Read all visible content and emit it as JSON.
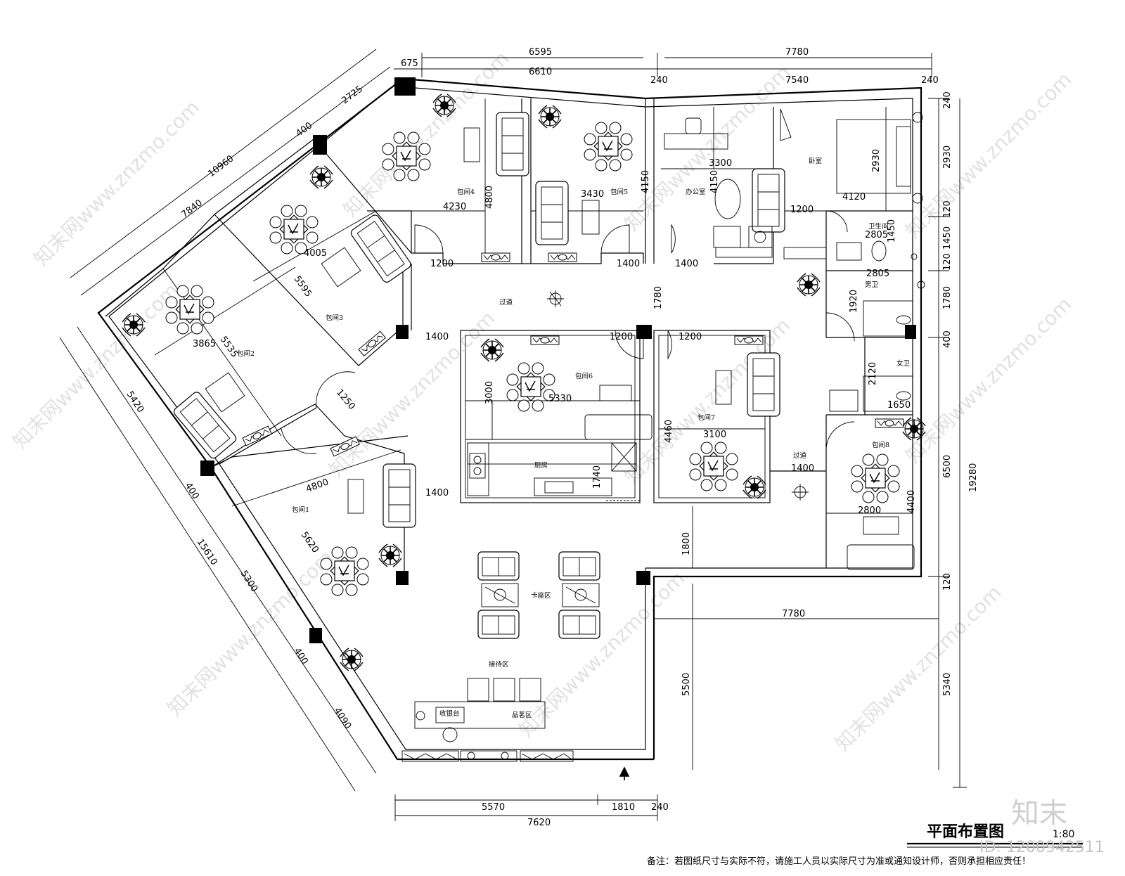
{
  "title": "平面布置图",
  "scale": "1:80",
  "note": "备注：若图纸尺寸与实际不符，请施工人员以实际尺寸为准或通知设计师，否则承担相应责任！",
  "brand": {
    "logo": "知末",
    "id_label": "ID: 1200942511",
    "watermark": "知末网www.znzmo.com"
  },
  "rooms": [
    {
      "key": "baojian4",
      "label": "包间4"
    },
    {
      "key": "baojian5",
      "label": "包间5"
    },
    {
      "key": "office",
      "label": "办公室"
    },
    {
      "key": "bedroom",
      "label": "卧室"
    },
    {
      "key": "bathroom",
      "label": "卫生间"
    },
    {
      "key": "baojian3",
      "label": "包间3"
    },
    {
      "key": "baojian2",
      "label": "包间2"
    },
    {
      "key": "guodao1",
      "label": "过道"
    },
    {
      "key": "nanwei",
      "label": "男卫"
    },
    {
      "key": "nvwei",
      "label": "女卫"
    },
    {
      "key": "baojian6",
      "label": "包间6"
    },
    {
      "key": "baojian7",
      "label": "包间7"
    },
    {
      "key": "baojian8",
      "label": "包间8"
    },
    {
      "key": "kitchen",
      "label": "厨房"
    },
    {
      "key": "guodao2",
      "label": "过道"
    },
    {
      "key": "baojian1",
      "label": "包间1"
    },
    {
      "key": "kazuo",
      "label": "卡座区"
    },
    {
      "key": "jiedai",
      "label": "接待区"
    },
    {
      "key": "shouyin",
      "label": "收银台"
    },
    {
      "key": "pinming",
      "label": "品茗区"
    }
  ],
  "dimensions": {
    "top_outer_left": "6595",
    "top_outer_right": "7780",
    "top_675": "675",
    "top_6610": "6610",
    "top_240a": "240",
    "top_7540": "7540",
    "top_240b": "240",
    "left_10960": "10960",
    "left_2725": "2725",
    "left_400a": "400",
    "left_7840": "7840",
    "left_15610": "15610",
    "left_5420": "5420",
    "left_400b": "400",
    "left_5300": "5300",
    "left_400c": "400",
    "left_4090": "4090",
    "bot_5570": "5570",
    "bot_1810": "1810",
    "bot_240": "240",
    "bot_7620": "7620",
    "right_19280": "19280",
    "right_240": "240",
    "right_2930": "2930",
    "right_120a": "120",
    "right_1450": "1450",
    "right_120b": "120",
    "right_1780": "1780",
    "right_400": "400",
    "right_6500": "6500",
    "right_120c": "120",
    "right_5340": "5340",
    "r_7780": "7780",
    "r_5500": "5500",
    "r_1800": "1800",
    "d_4800a": "4800",
    "d_4230": "4230",
    "d_3430": "3430",
    "d_4150a": "4150",
    "d_3300": "3300",
    "d_4150b": "4150",
    "d_2930": "2930",
    "d_4120": "4120",
    "d_1200a": "1200",
    "d_2805a": "2805",
    "d_1450": "1450",
    "d_2805b": "2805",
    "d_1200b": "1200",
    "d_1400a": "1400",
    "d_1400b": "1400",
    "d_1780": "1780",
    "d_4005": "4005",
    "d_5595": "5595",
    "d_3865": "3865",
    "d_5535": "5535",
    "d_1400c": "1400",
    "d_1200c": "1200",
    "d_1200d": "1200",
    "d_1920": "1920",
    "d_3000": "3000",
    "d_5330": "5330",
    "d_4460": "4460",
    "d_3100": "3100",
    "d_1250": "1250",
    "d_2120": "2120",
    "d_1650": "1650",
    "d_4800b": "4800",
    "d_5620": "5620",
    "d_1400d": "1400",
    "d_1740": "1740",
    "d_1400e": "1400",
    "d_2800": "2800",
    "d_4400": "4400"
  }
}
